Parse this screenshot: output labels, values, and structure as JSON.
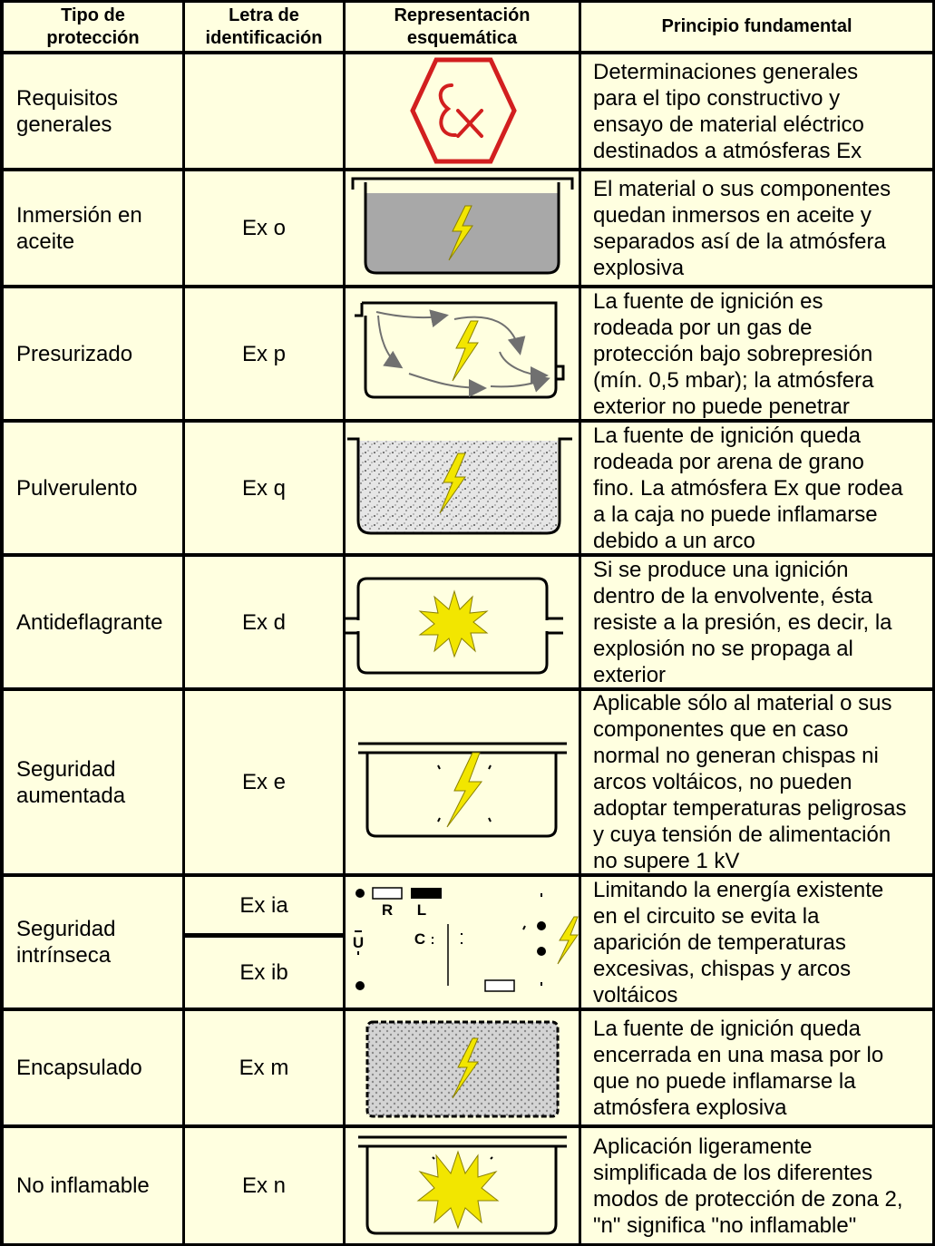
{
  "headers": {
    "tipo": "Tipo de\nprotección",
    "letra": "Letra de\nidentificación",
    "representacion": "Representación\nesquemática",
    "principio": "Principio fundamental"
  },
  "rows": [
    {
      "tipo": "Requisitos\ngenerales",
      "letra": "",
      "icon": "ex-hexagon-symbol",
      "principio": "Determinaciones generales\npara el tipo constructivo y\nensayo de material eléctrico\ndestinados a atmósferas Ex"
    },
    {
      "tipo": "Inmersión en\naceite",
      "letra": "Ex o",
      "icon": "oil-immersion-diagram",
      "principio": "El material o sus componentes\nquedan inmersos en aceite y\nseparados así de la atmósfera\nexplosiva"
    },
    {
      "tipo": "Presurizado",
      "letra": "Ex p",
      "icon": "pressurized-diagram",
      "principio": "La fuente de ignición es\nrodeada por un gas de\nprotección bajo sobrepresión\n(mín. 0,5 mbar); la atmósfera\nexterior no puede penetrar"
    },
    {
      "tipo": "Pulverulento",
      "letra": "Ex q",
      "icon": "powder-filling-diagram",
      "principio": "La fuente de ignición queda\nrodeada por arena de grano\nfino. La atmósfera Ex que rodea\na la caja no puede inflamarse\ndebido a un arco"
    },
    {
      "tipo": "Antideflagrante",
      "letra": "Ex d",
      "icon": "flameproof-diagram",
      "principio": "Si se produce una ignición\ndentro de la envolvente, ésta\nresiste a la presión, es decir, la\nexplosión no se propaga al\nexterior"
    },
    {
      "tipo": "Seguridad\naumentada",
      "letra": "Ex e",
      "icon": "increased-safety-diagram",
      "principio": "Aplicable sólo al material o sus\ncomponentes que en caso\nnormal no generan chispas ni\narcos voltáicos, no pueden\nadoptar temperaturas peligrosas\ny cuya tensión de alimentación\nno supere 1 kV"
    },
    {
      "tipo": "Seguridad\nintrínseca",
      "letra_a": "Ex ia",
      "letra_b": "Ex ib",
      "icon": "intrinsic-safety-circuit",
      "circuit": {
        "r": "R",
        "l": "L",
        "c": "C",
        "u": "U"
      },
      "principio": "Limitando la energía existente\nen el circuito se evita la\naparición de temperaturas\nexcesivas, chispas y arcos\nvoltáicos"
    },
    {
      "tipo": "Encapsulado",
      "letra": "Ex m",
      "icon": "encapsulation-diagram",
      "principio": "La fuente de ignición queda\nencerrada en una masa por lo\nque no puede inflamarse la\natmósfera explosiva"
    },
    {
      "tipo": "No inflamable",
      "letra": "Ex n",
      "icon": "non-sparking-diagram",
      "principio": "Aplicación ligeramente\nsimplificada de los diferentes\nmodos de protección de zona 2,\n\"n\" significa \"no inflamable\""
    }
  ],
  "colors": {
    "cell": "#ffffe0",
    "border": "#000000",
    "ex_red": "#d21f1f",
    "bolt": "#f2e600",
    "oil": "#a8a8a8",
    "arrow": "#707070"
  }
}
